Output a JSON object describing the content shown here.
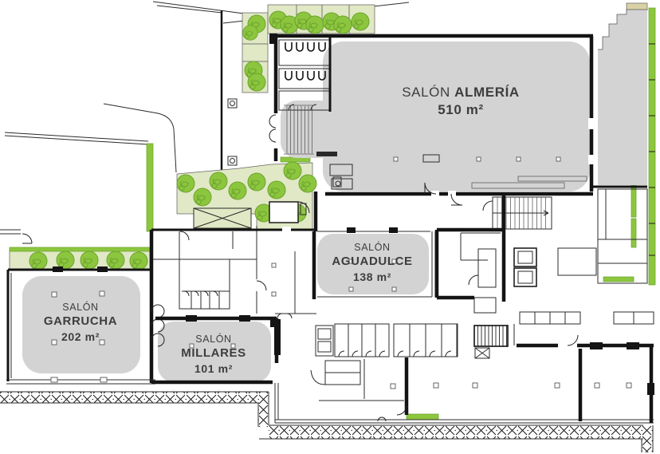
{
  "document": {
    "type": "hotel-floor-plan"
  },
  "rooms": {
    "almeria": {
      "prefix": "SALÓN",
      "name": "ALMERÍA",
      "area": "510 m²"
    },
    "aguadulce": {
      "prefix": "SALÓN",
      "name": "AGUADULCE",
      "area": "138 m²"
    },
    "garrucha": {
      "prefix": "SALÓN",
      "name": "GARRUCHA",
      "area": "202 m²"
    },
    "millares": {
      "prefix": "SALÓN",
      "name": "MILLARES",
      "area": "101 m²"
    }
  },
  "colors": {
    "wall": "#141414",
    "line": "#2b2b2b",
    "room-fill": "#d3d3d3",
    "planter": "#e0e8c5",
    "tree": "#8cc63e",
    "tree-dark": "#6da32f",
    "hedge": "#7fc043",
    "beige": "#d8d2a4",
    "label-text": "#3d3d3f"
  }
}
